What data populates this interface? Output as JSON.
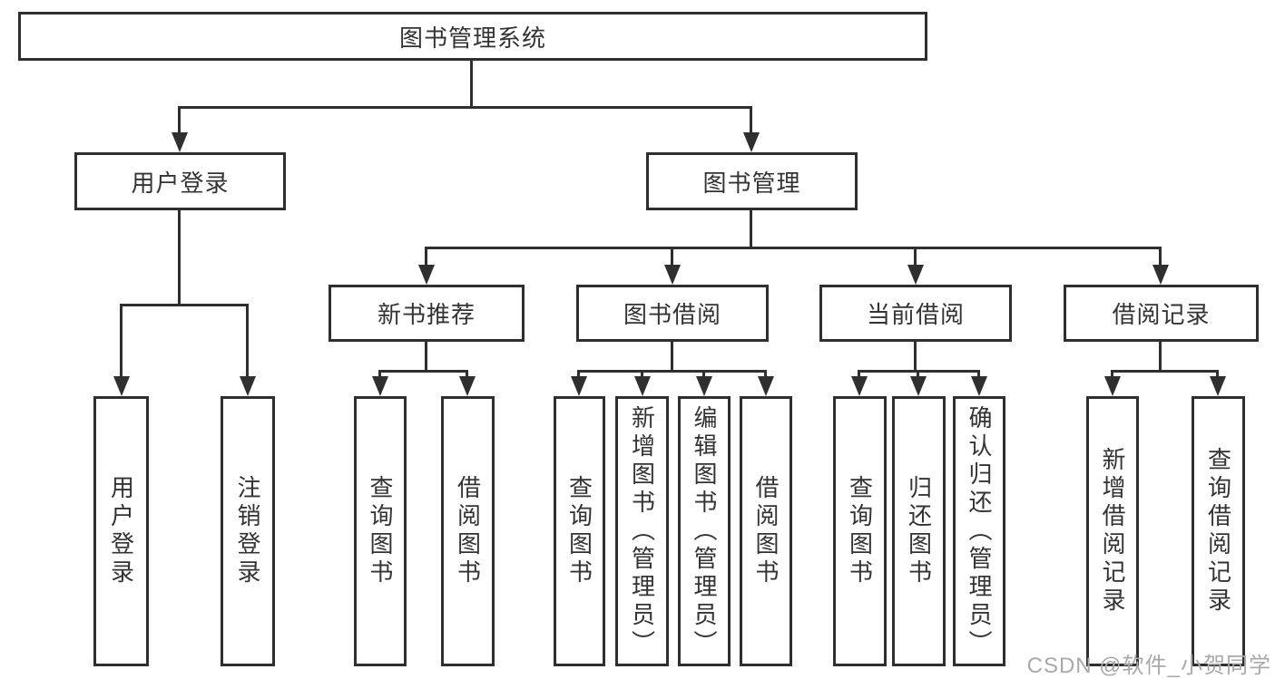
{
  "tree": {
    "root": {
      "label": "图书管理系统"
    },
    "level2": [
      {
        "label": "用户登录"
      },
      {
        "label": "图书管理"
      }
    ],
    "level3": [
      {
        "label": "新书推荐"
      },
      {
        "label": "图书借阅"
      },
      {
        "label": "当前借阅"
      },
      {
        "label": "借阅记录"
      }
    ],
    "level4": {
      "under_user_login": [
        {
          "label": "用户登录"
        },
        {
          "label": "注销登录"
        }
      ],
      "under_new_book": [
        {
          "label": "查询图书"
        },
        {
          "label": "借阅图书"
        }
      ],
      "under_book_borrow": [
        {
          "label": "查询图书"
        },
        {
          "label": "新增图书（管理员）"
        },
        {
          "label": "编辑图书（管理员）"
        },
        {
          "label": "借阅图书"
        }
      ],
      "under_current_borrow": [
        {
          "label": "查询图书"
        },
        {
          "label": "归还图书"
        },
        {
          "label": "确认归还（管理员）"
        }
      ],
      "under_borrow_records": [
        {
          "label": "新增借阅记录"
        },
        {
          "label": "查询借阅记录"
        }
      ]
    }
  },
  "watermark": {
    "text": "CSDN @软件_小贺同学"
  },
  "colors": {
    "line": "#2f2f2f",
    "text": "#333333",
    "background": "#ffffff",
    "watermark": "#a9a9a9"
  }
}
